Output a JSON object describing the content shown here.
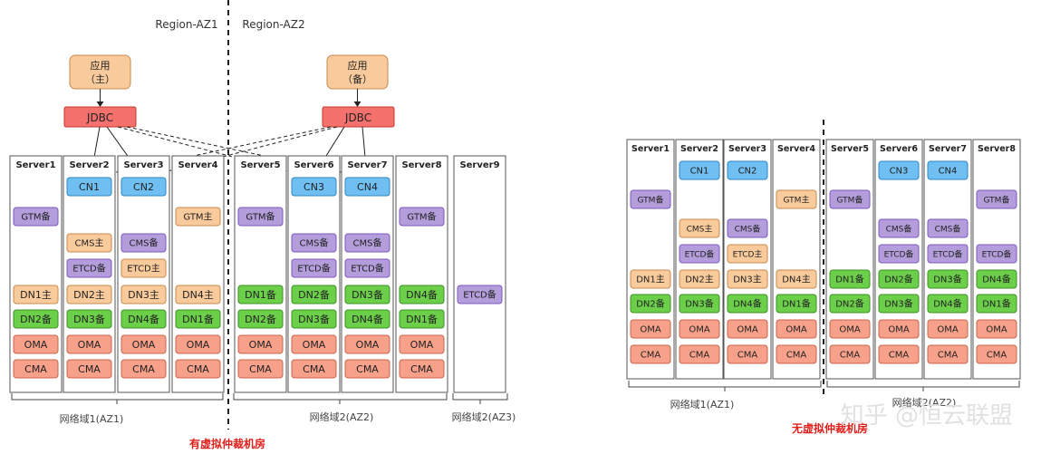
{
  "region_labels": [
    "Region-AZ1",
    "Region-AZ2"
  ],
  "colors": {
    "orange": "#f9cb9c",
    "orange_border": "#c98a4e",
    "red": "#f4716e",
    "red_border": "#c0392b",
    "blue": "#6fbff2",
    "blue_border": "#2f86c4",
    "purple": "#b39ddb",
    "purple_border": "#7e57c2",
    "green": "#6ccf4a",
    "green_border": "#3f8f25",
    "salmon": "#f7a08a",
    "salmon_border": "#c8654c",
    "title_red": "#e0201b",
    "server_border": "#555555"
  },
  "left": {
    "apps": [
      {
        "line1": "应用",
        "line2": "（主）"
      },
      {
        "line1": "应用",
        "line2": "（备）"
      }
    ],
    "jdbc_label": "JDBC",
    "servers": [
      {
        "name": "Server1",
        "components": [
          "",
          "GTM备",
          "",
          "",
          "DN1主",
          "DN2备",
          "OMA",
          "CMA"
        ]
      },
      {
        "name": "Server2",
        "components": [
          "CN1",
          "",
          "CMS主",
          "ETCD备",
          "DN2主",
          "DN3备",
          "OMA",
          "CMA"
        ]
      },
      {
        "name": "Server3",
        "components": [
          "CN2",
          "",
          "CMS备",
          "ETCD主",
          "DN3主",
          "DN4备",
          "OMA",
          "CMA"
        ]
      },
      {
        "name": "Server4",
        "components": [
          "",
          "GTM主",
          "",
          "",
          "DN4主",
          "DN1备",
          "OMA",
          "CMA"
        ]
      },
      {
        "name": "Server5",
        "components": [
          "",
          "GTM备",
          "",
          "",
          "DN1备",
          "DN2备",
          "OMA",
          "CMA"
        ]
      },
      {
        "name": "Server6",
        "components": [
          "CN3",
          "",
          "CMS备",
          "ETCD备",
          "DN2备",
          "DN3备",
          "OMA",
          "CMA"
        ]
      },
      {
        "name": "Server7",
        "components": [
          "CN4",
          "",
          "CMS备",
          "ETCD备",
          "DN3备",
          "DN4备",
          "OMA",
          "CMA"
        ]
      },
      {
        "name": "Server8",
        "components": [
          "",
          "GTM备",
          "",
          "",
          "DN4备",
          "DN1备",
          "OMA",
          "CMA"
        ]
      },
      {
        "name": "Server9",
        "components": [
          "",
          "",
          "",
          "",
          "ETCD备",
          "",
          "",
          ""
        ]
      }
    ],
    "domain_labels": [
      "网络域1(AZ1)",
      "网络域2(AZ2)",
      "网络域2(AZ3)"
    ],
    "title": "有虚拟仲裁机房"
  },
  "right": {
    "servers": [
      {
        "name": "Server1",
        "components": [
          "",
          "GTM备",
          "",
          "",
          "DN1主",
          "DN2备",
          "OMA",
          "CMA"
        ]
      },
      {
        "name": "Server2",
        "components": [
          "CN1",
          "",
          "CMS主",
          "ETCD备",
          "DN2主",
          "DN3备",
          "OMA",
          "CMA"
        ]
      },
      {
        "name": "Server3",
        "components": [
          "CN2",
          "",
          "CMS备",
          "ETCD主",
          "DN3主",
          "DN4备",
          "OMA",
          "CMA"
        ]
      },
      {
        "name": "Server4",
        "components": [
          "",
          "GTM主",
          "",
          "",
          "DN4主",
          "DN1备",
          "OMA",
          "CMA"
        ]
      },
      {
        "name": "Server5",
        "components": [
          "",
          "GTM备",
          "",
          "",
          "DN1备",
          "DN2备",
          "OMA",
          "CMA"
        ]
      },
      {
        "name": "Server6",
        "components": [
          "CN3",
          "",
          "CMS备",
          "ETCD备",
          "DN2备",
          "DN3备",
          "OMA",
          "CMA"
        ]
      },
      {
        "name": "Server7",
        "components": [
          "CN4",
          "",
          "CMS备",
          "ETCD备",
          "DN3备",
          "DN4备",
          "OMA",
          "CMA"
        ]
      },
      {
        "name": "Server8",
        "components": [
          "",
          "GTM备",
          "",
          "ETCD备",
          "DN4备",
          "DN1备",
          "OMA",
          "CMA"
        ]
      }
    ],
    "domain_labels": [
      "网络域1(AZ1)",
      "网络域2(AZ2)"
    ],
    "title": "无虚拟仲裁机房"
  },
  "watermark": "知乎 @恒云联盟"
}
